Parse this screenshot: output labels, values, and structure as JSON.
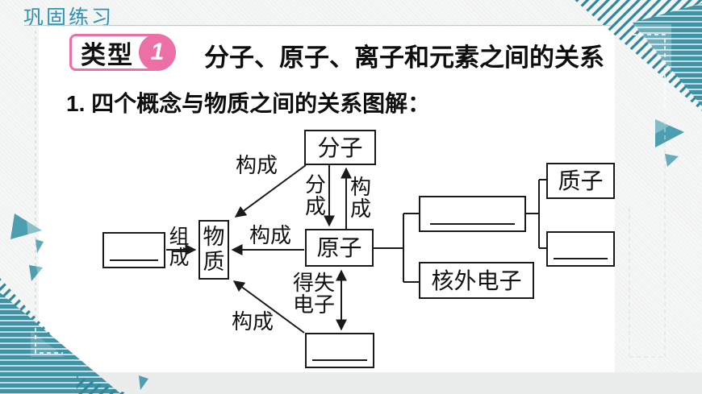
{
  "header": {
    "label": "巩固练习"
  },
  "badge": {
    "type_label": "类型",
    "number": "1"
  },
  "title": "分子、原子、离子和元素之间的关系",
  "subtitle": "1. 四个概念与物质之间的关系图解：",
  "diagram": {
    "boxes": {
      "molecule": "分子",
      "atom": "原子",
      "substance": "物质",
      "outer_electrons": "核外电子",
      "proton": "质子",
      "element_blank": "",
      "ion_blank": "",
      "nucleus_blank": "",
      "neutron_blank": ""
    },
    "labels": {
      "compose_1": "构成",
      "split": "分成",
      "compose_2": "构成",
      "combine": "组成",
      "compose_3": "构成",
      "gain_lose": "得失电子",
      "compose_4": "构成"
    }
  },
  "colors": {
    "accent_teal": "#3e93a5",
    "accent_teal_light": "#4d9fb0",
    "accent_pink": "#ec6fa5",
    "header_text": "#2f93b5",
    "diagram_ink": "#1a1a1a"
  }
}
